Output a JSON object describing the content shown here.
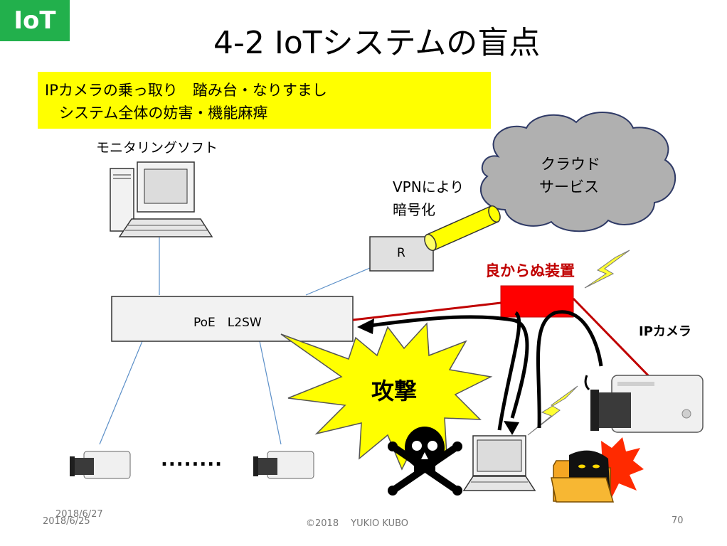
{
  "badge": "IoT",
  "title": "4-2 IoTシステムの盲点",
  "highlight": {
    "line1": "IPカメラの乗っ取り　踏み台・なりすまし",
    "line2": "システム全体の妨害・機能麻痺"
  },
  "labels": {
    "monitoring_software": "モニタリングソフト",
    "cloud_line1": "クラウド",
    "cloud_line2": "サービス",
    "vpn_line1": "VPNにより",
    "vpn_line2": "暗号化",
    "router": "R",
    "malicious_device": "良からぬ装置",
    "switch": "PoE　L2SW",
    "attack": "攻撃",
    "ip_camera": "IPカメラ",
    "ellipsis": "........"
  },
  "footer": {
    "date_upper": "2018/6/27",
    "date_lower": "2018/6/25",
    "copyright": "©2018　 YUKIO KUBO",
    "page": "70"
  },
  "colors": {
    "badge_bg": "#22b04c",
    "highlight_bg": "#ffff00",
    "malicious_red": "#c00000",
    "device_red": "#ff0000",
    "cloud_fill": "#b0b0b0",
    "line_blue": "#5b8fc8",
    "burst_yellow": "#ffff00",
    "lightning_yellow": "#ffff33"
  }
}
